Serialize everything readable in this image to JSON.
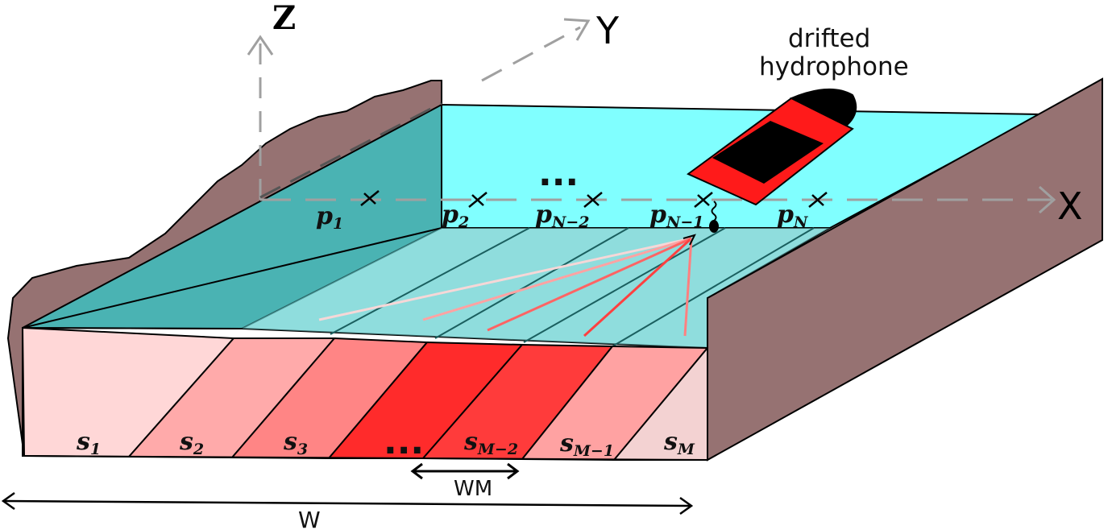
{
  "axes": {
    "x": "X",
    "y": "Y",
    "z": "Z"
  },
  "vessel": {
    "label_line1": "drifted",
    "label_line2": "hydrophone"
  },
  "hydrophone_positions": [
    {
      "base": "p",
      "sub": "1"
    },
    {
      "base": "p",
      "sub": "2"
    },
    {
      "base": "p",
      "sub": "N−2"
    },
    {
      "base": "p",
      "sub": "N−1"
    },
    {
      "base": "p",
      "sub": "N"
    }
  ],
  "hydrophone_ellipsis": "...",
  "seabed_strips": [
    {
      "base": "s",
      "sub": "1",
      "color": "#ffd7d7"
    },
    {
      "base": "s",
      "sub": "2",
      "color": "#ffaaaa"
    },
    {
      "base": "s",
      "sub": "3",
      "color": "#ff8585"
    },
    {
      "base": "",
      "sub": "",
      "color": "#ff2b2b"
    },
    {
      "base": "s",
      "sub": "M−2",
      "color": "#ff3b3b"
    },
    {
      "base": "s",
      "sub": "M−1",
      "color": "#ffa2a2"
    },
    {
      "base": "s",
      "sub": "M",
      "color": "#f3d2d2"
    }
  ],
  "strip_ellipsis": "...",
  "dimensions": {
    "strip_width": "WM",
    "total_width": "W"
  },
  "colors": {
    "water_surface": "#80ffff",
    "water_side": "#4ab3b3",
    "shore": "#967272",
    "vessel_red": "#ff1a1a",
    "vessel_black": "#000000",
    "axis_gray": "#a0a0a0"
  }
}
